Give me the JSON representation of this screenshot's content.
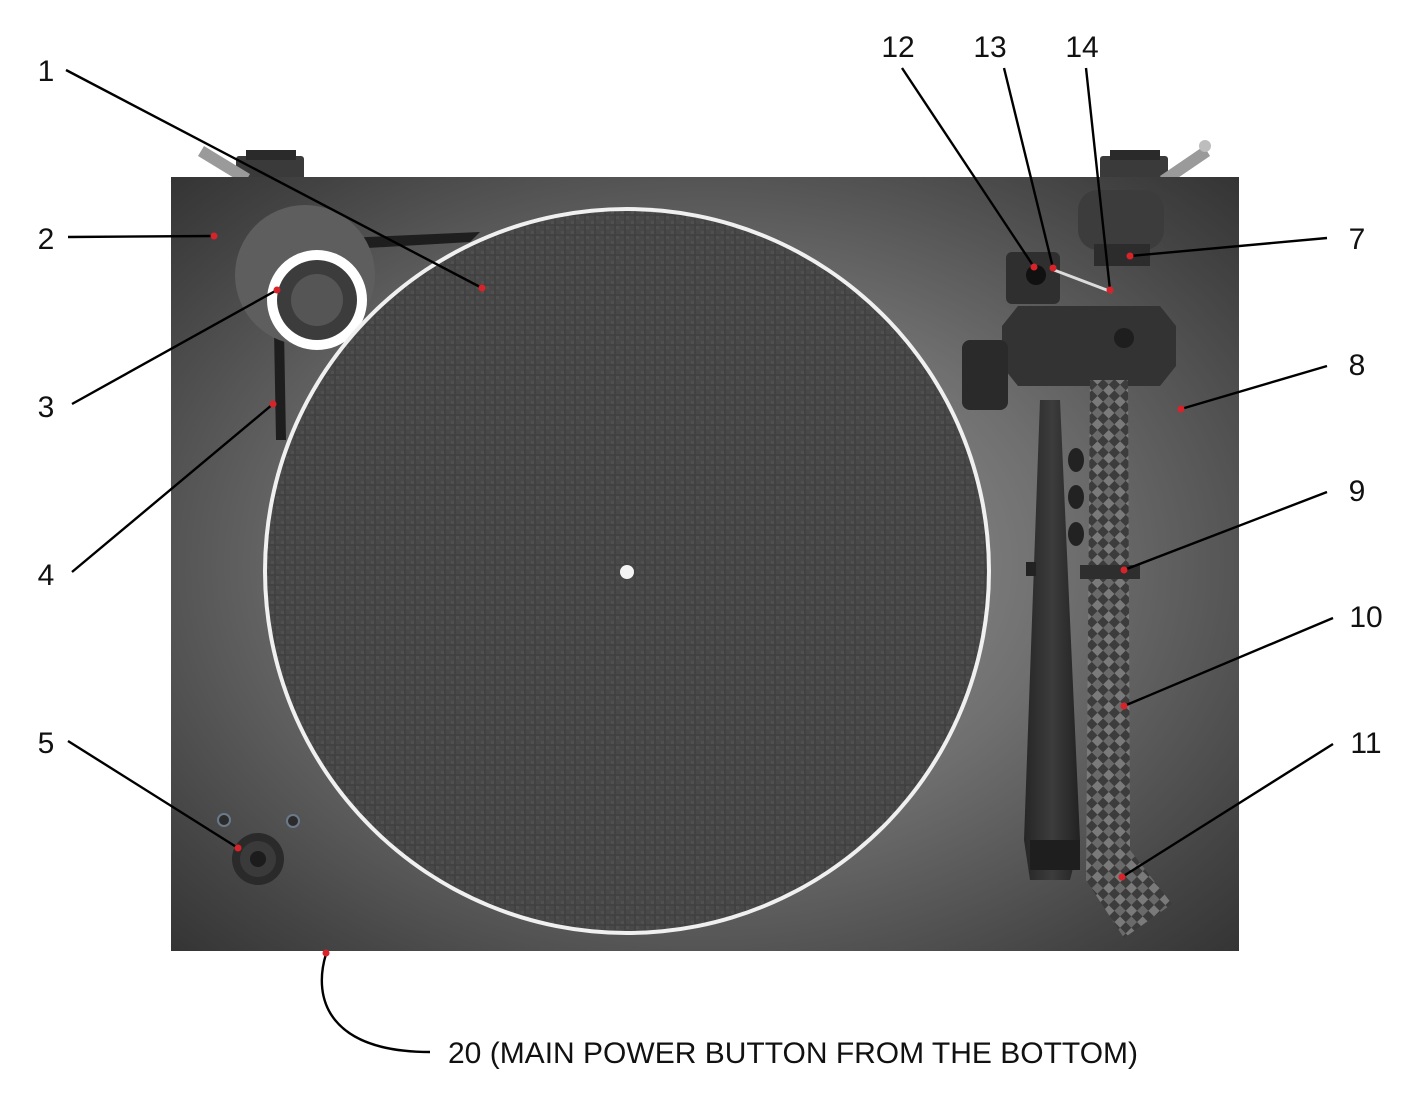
{
  "diagram": {
    "subject": "turntable top view with numbered parts",
    "colors": {
      "plinth_light": "#8a8a8a",
      "plinth_dark": "#3a3a3a",
      "platter_mat": "#4a4a4a",
      "platter_rim": "#f2f2f2",
      "leader_line": "#000000",
      "marker": "#d8232a",
      "label_text": "#111111"
    },
    "callouts": [
      {
        "id": "1",
        "label": "1"
      },
      {
        "id": "2",
        "label": "2"
      },
      {
        "id": "3",
        "label": "3"
      },
      {
        "id": "4",
        "label": "4"
      },
      {
        "id": "5",
        "label": "5"
      },
      {
        "id": "7",
        "label": "7"
      },
      {
        "id": "8",
        "label": "8"
      },
      {
        "id": "9",
        "label": "9"
      },
      {
        "id": "10",
        "label": "10"
      },
      {
        "id": "11",
        "label": "11"
      },
      {
        "id": "12",
        "label": "12"
      },
      {
        "id": "13",
        "label": "13"
      },
      {
        "id": "14",
        "label": "14"
      },
      {
        "id": "20",
        "label": "20 (MAIN POWER BUTTON FROM THE BOTTOM)"
      }
    ]
  }
}
